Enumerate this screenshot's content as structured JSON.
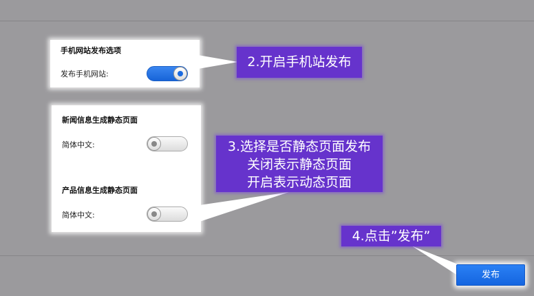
{
  "mobile_panel": {
    "title": "手机网站发布选项",
    "label": "发布手机网站:",
    "enabled": true
  },
  "static_panel": {
    "news": {
      "title": "新闻信息生成静态页面",
      "label": "简体中文:",
      "enabled": false
    },
    "products": {
      "title": "产品信息生成静态页面",
      "label": "简体中文:",
      "enabled": false
    }
  },
  "callouts": {
    "step2": "2.开启手机站发布",
    "step3": [
      "3.选择是否静态页面发布",
      "关闭表示静态页面",
      "开启表示动态页面"
    ],
    "step4": "4.点击”发布”"
  },
  "publish_button": "发布",
  "colors": {
    "callout": "#6633cc",
    "accent": "#1a6ae0"
  }
}
